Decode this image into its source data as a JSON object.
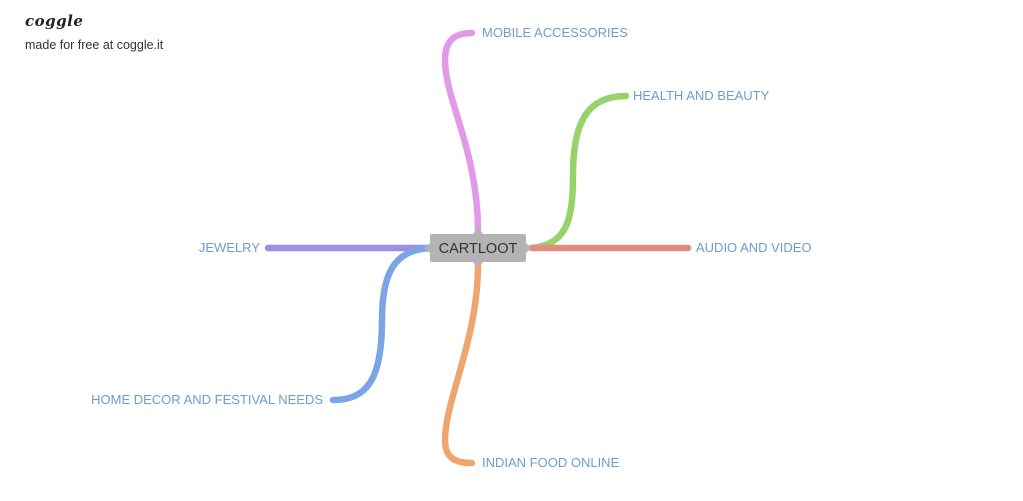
{
  "brand": {
    "logo_text": "coggle",
    "tagline": "made for free at coggle.it"
  },
  "root": {
    "label": "CARTLOOT",
    "fill_color": "#b3b3b3",
    "text_color": "#333333"
  },
  "label_color": "#6f9ccf",
  "branches": [
    {
      "id": "mobile-accessories",
      "label": "MOBILE ACCESSORIES",
      "color": "#e199e8"
    },
    {
      "id": "health-and-beauty",
      "label": "HEALTH AND BEAUTY",
      "color": "#98d26a"
    },
    {
      "id": "audio-and-video",
      "label": "AUDIO AND VIDEO",
      "color": "#e38a82"
    },
    {
      "id": "jewelry",
      "label": "JEWELRY",
      "color": "#9b8fe3"
    },
    {
      "id": "home-decor-and-festival-needs",
      "label": "HOME DECOR AND FESTIVAL NEEDS",
      "color": "#7ba5e5"
    },
    {
      "id": "indian-food-online",
      "label": "INDIAN FOOD ONLINE",
      "color": "#eea570"
    }
  ]
}
